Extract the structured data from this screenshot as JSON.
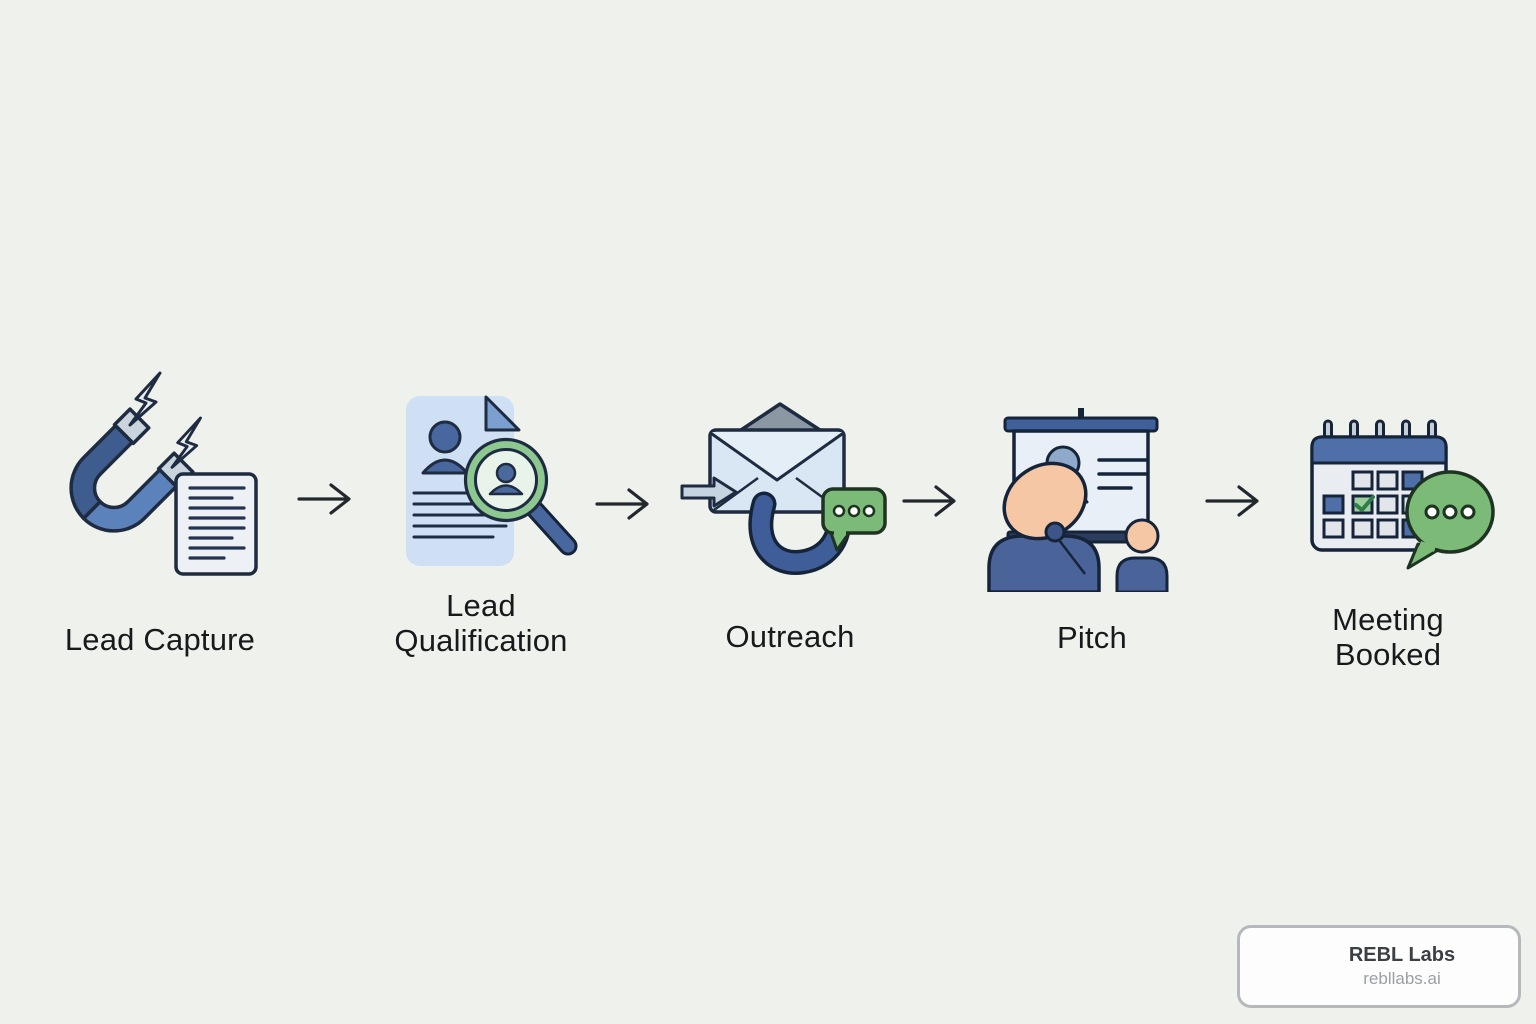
{
  "title": "Sales funnel process flow",
  "background_color": "#eff2ec",
  "stages": [
    {
      "label": "Lead Capture",
      "icons": [
        "magnet-icon",
        "lightning-icon",
        "document-icon"
      ]
    },
    {
      "label": "Lead\nQualification",
      "icons": [
        "profile-document-icon",
        "magnifier-person-icon"
      ]
    },
    {
      "label": "Outreach",
      "icons": [
        "inbound-arrow-icon",
        "envelope-icon",
        "phone-icon",
        "chat-dots-icon"
      ]
    },
    {
      "label": "Pitch",
      "icons": [
        "presentation-board-icon",
        "presenter-icon",
        "audience-icon"
      ]
    },
    {
      "label": "Meeting\nBooked",
      "icons": [
        "calendar-icon",
        "chat-dots-icon"
      ]
    }
  ],
  "connectors": {
    "count": 4,
    "glyph": "→",
    "color": "#23282e"
  },
  "badge": {
    "title": "REBL Labs",
    "subtitle": "rebllabs.ai"
  },
  "palette": {
    "outline": "#1e2b40",
    "blue_dark": "#3f5c8f",
    "blue_mid": "#5b82ba",
    "blue_light": "#cfe0f4",
    "envelope_blue": "#d9e7f4",
    "green": "#7cba77",
    "green_rim": "#8cc88f",
    "peach": "#f5c7a4",
    "gray_light": "#c9d4dc",
    "label_text": "#17191c"
  }
}
